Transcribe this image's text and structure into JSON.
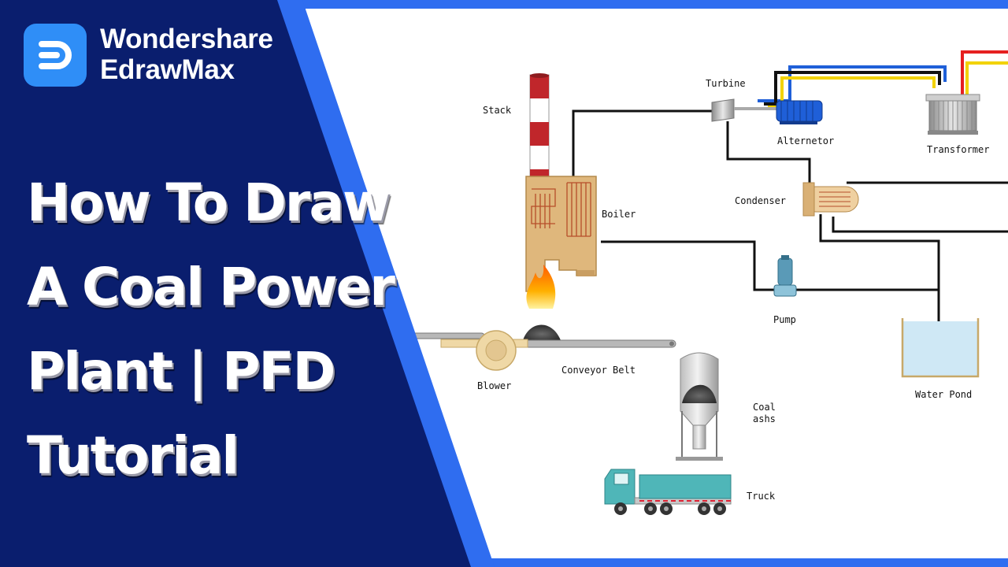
{
  "brand": {
    "line1": "Wondershare",
    "line2": "EdrawMax",
    "logo_icon": "edrawmax-logo-icon"
  },
  "headline": {
    "line1": "How To Draw",
    "line2": "A Coal Power",
    "line3": "Plant | PFD",
    "line4": "Tutorial"
  },
  "diagram": {
    "labels": {
      "stack": "Stack",
      "turbine": "Turbine",
      "alternator": "Alternetor",
      "transformer": "Transformer",
      "boiler": "Boiler",
      "condenser": "Condenser",
      "pump": "Pump",
      "water_pond": "Water Pond",
      "blower": "Blower",
      "conveyor_belt": "Conveyor Belt",
      "coal_ashs_line1": "Coal",
      "coal_ashs_line2": "ashs",
      "truck": "Truck"
    }
  },
  "colors": {
    "left_panel": "#0a1e6e",
    "accent_stripe": "#2f6df0",
    "logo_tile": "#2f8ef7",
    "boiler_fill": "#dfb77c",
    "pipe": "#111111",
    "cable_blue": "#1f5fd8",
    "cable_yellow": "#f2d200",
    "cable_red": "#e52020",
    "water": "#cfe8f5",
    "truck_cab": "#4fb6b8"
  }
}
